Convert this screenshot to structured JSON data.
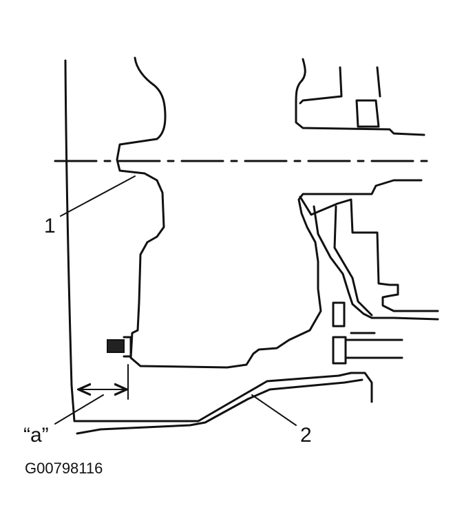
{
  "diagram": {
    "callouts": {
      "item_1": "1",
      "item_2": "2",
      "dimension_a": "“a”"
    },
    "figure_code": "G00798116"
  }
}
